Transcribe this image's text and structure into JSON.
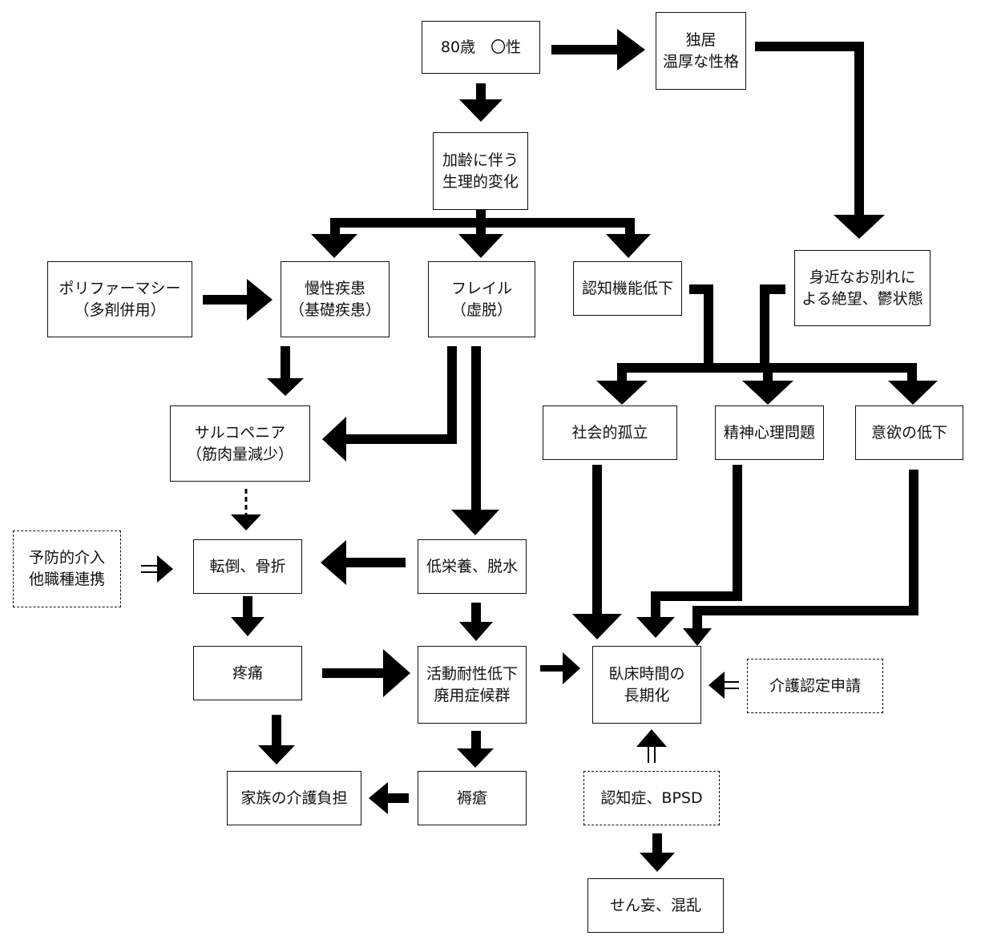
{
  "nodes": {
    "age": [
      "80歳　〇性"
    ],
    "living": [
      "独居",
      "温厚な性格"
    ],
    "aging": [
      "加齢に伴う",
      "生理的変化"
    ],
    "polypharmacy": [
      "ポリファーマシー",
      "（多剤併用）"
    ],
    "chronic": [
      "慢性疾患",
      "（基礎疾患）"
    ],
    "frailty": [
      "フレイル",
      "（虚脱）"
    ],
    "cognitive": [
      "認知機能低下"
    ],
    "bereavement": [
      "身近なお別れに",
      "よる絶望、鬱状態"
    ],
    "sarcopenia": [
      "サルコペニア",
      "（筋肉量減少）"
    ],
    "isolation": [
      "社会的孤立"
    ],
    "mental": [
      "精神心理問題"
    ],
    "motivation": [
      "意欲の低下"
    ],
    "prevention": [
      "予防的介入",
      "他職種連携"
    ],
    "fall": [
      "転倒、骨折"
    ],
    "malnutrition": [
      "低栄養、脱水"
    ],
    "pain": [
      "疼痛"
    ],
    "activity": [
      "活動耐性低下",
      "廃用症候群"
    ],
    "bedridden": [
      "臥床時間の",
      "長期化"
    ],
    "care_application": [
      "介護認定申請"
    ],
    "family": [
      "家族の介護負担"
    ],
    "pressure": [
      "褥瘡"
    ],
    "dementia": [
      "認知症、BPSD"
    ],
    "delirium": [
      "せん妄、混乱"
    ]
  }
}
